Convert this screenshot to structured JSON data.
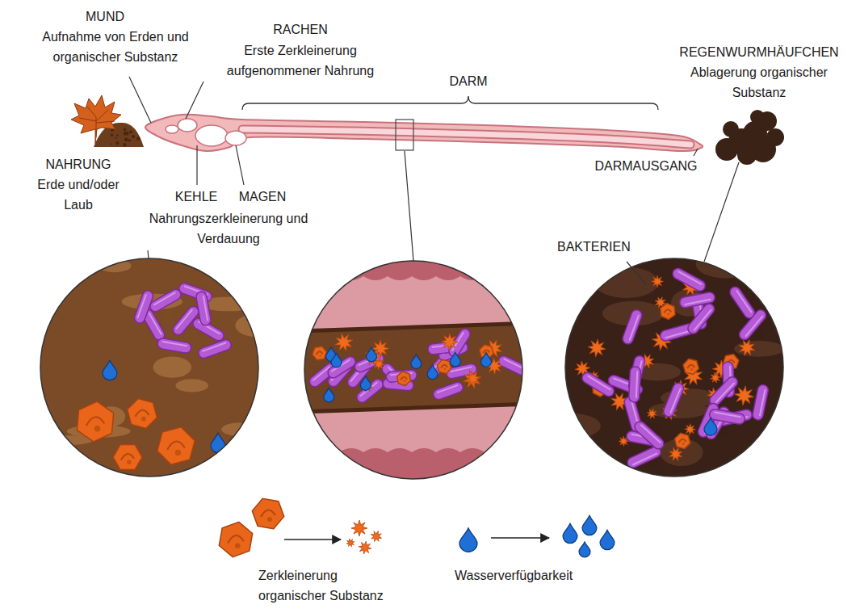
{
  "diagram": {
    "labels": [
      "MUND",
      "Aufnahme von Erden und organischer Substanz",
      "RACHEN",
      "Erste Zerkleinerung aufgenommener Nahrung",
      "DARM",
      "REGENWURMHÄUFCHEN",
      "Ablagerung organischer Substanz",
      "NAHRUNG",
      "Erde und/oder Laub",
      "KEHLE",
      "MAGEN",
      "Nahrungszerkleinerung und Verdauung",
      "DARMAUSGANG",
      "BAKTERIEN",
      "Zerkleinerung organischer Substanz",
      "Wasserverfügbarkeit"
    ]
  }
}
